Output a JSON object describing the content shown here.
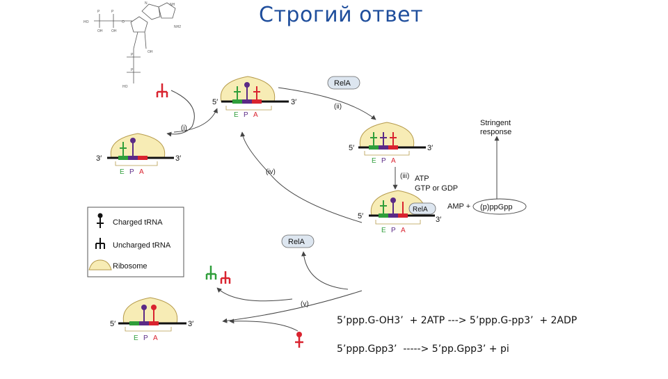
{
  "title": "Строгий ответ",
  "equations": [
    "5’ppp.G-OH3’  + 2ATP ---> 5’ppp.G-pp3’  + 2ADP",
    "5’ppp.Gpp3’  -----> 5’pp.Gpp3’ + pi"
  ],
  "molecule": {
    "labels": [
      "HO",
      "P",
      "O",
      "OH",
      "N",
      "NH",
      "NH2",
      "OH"
    ]
  },
  "sites": [
    "E",
    "P",
    "A"
  ],
  "ends": {
    "five": "5′",
    "three": "3′"
  },
  "steps": [
    "(i)",
    "(ii)",
    "(iii)",
    "(iv)",
    "(v)"
  ],
  "rela": "RelA",
  "step3_cofactors": [
    "ATP",
    "GTP or GDP"
  ],
  "amp_label": "AMP +",
  "ppgpp_label": "(p)ppGpp",
  "stringent_response": [
    "Stringent",
    "response"
  ],
  "legend": {
    "charged": "Charged tRNA",
    "uncharged": "Uncharged tRNA",
    "ribosome": "Ribosome"
  },
  "colors": {
    "title": "#1f4e9c",
    "ribosome_fill": "#f7ecb5",
    "ribosome_stroke": "#b59a4a",
    "trna_green": "#2f9e3a",
    "trna_purple": "#5b2a86",
    "trna_red": "#d9232f",
    "site_green": "#2f9e3a",
    "site_purple": "#5b2a86",
    "site_red": "#d9232f",
    "rela_fill": "#dde6f0"
  }
}
